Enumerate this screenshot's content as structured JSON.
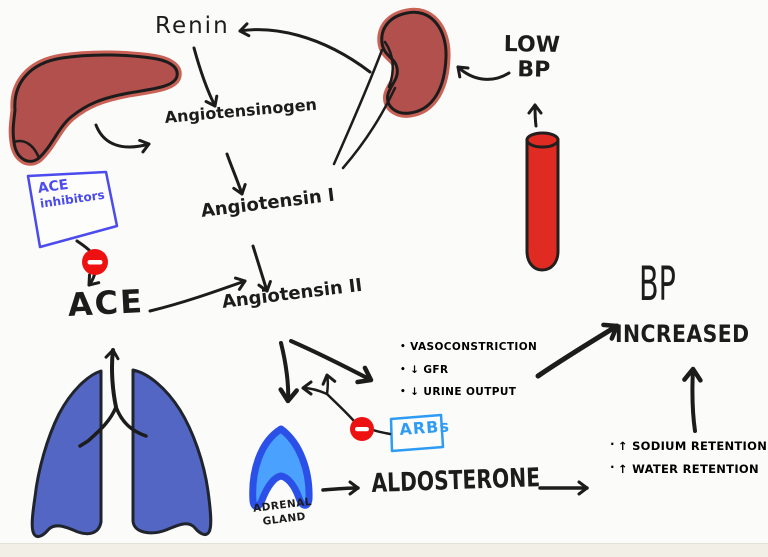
{
  "colors": {
    "canvas_bg": "#fbfbf9",
    "strip": "#f2f0e6",
    "ink": "#1c1c1c",
    "organ_red": "#b2504d",
    "organ_red_halo": "#c96156",
    "vessel_red": "#e02b22",
    "lung_blue": "#5366c4",
    "adrenal_fill": "#4aa1fe",
    "adrenal_outline": "#2b50e8",
    "inhibitor_blue": "#4b4bee",
    "arb_blue": "#2e9cf5",
    "stop_red": "#ee1111"
  },
  "labels": {
    "renin": "Renin",
    "angiotensinogen": "Angiotensinogen",
    "angiotensin_i": "Angiotensin I",
    "angiotensin_ii": "Angiotensin II",
    "low_bp": {
      "line1": "LOW",
      "line2": "BP"
    },
    "ace": "ACE",
    "ace_inhibitors": {
      "line1": "ACE",
      "line2": "inhibitors"
    },
    "arbs": "ARBs",
    "effects": [
      "VASOCONSTRICTION",
      "↓ GFR",
      "↓ URINE OUTPUT"
    ],
    "aldosterone": "ALDOSTERONE",
    "adrenal_gland": {
      "line1": "ADRENAL",
      "line2": "GLAND"
    },
    "bp_increased": {
      "line1": "BP",
      "line2": "INCREASED"
    },
    "retention": [
      "↑ SODIUM RETENTION",
      "↑ WATER RETENTION"
    ]
  }
}
